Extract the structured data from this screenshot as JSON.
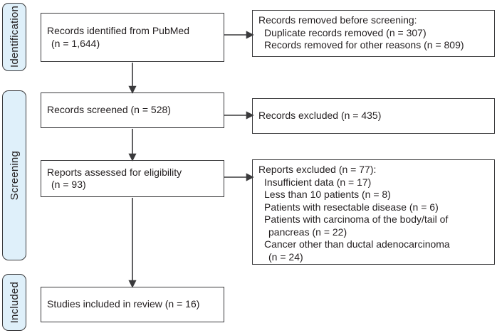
{
  "sidebar": {
    "stages": [
      {
        "label": "Identification"
      },
      {
        "label": "Screening"
      },
      {
        "label": "Included"
      }
    ]
  },
  "flow": {
    "boxes": [
      {
        "name": "records-identified",
        "lines": [
          "Records identified from PubMed",
          "(n = 1,644)"
        ]
      },
      {
        "name": "records-screened",
        "lines": [
          "Records screened (n = 528)"
        ]
      },
      {
        "name": "reports-assessed",
        "lines": [
          "Reports assessed for eligibility",
          "(n = 93)"
        ]
      },
      {
        "name": "studies-included",
        "lines": [
          "Studies included in review (n = 16)"
        ]
      }
    ],
    "side_boxes": [
      {
        "name": "records-removed",
        "lines": [
          "Records removed before screening:",
          "Duplicate records removed (n = 307)",
          "Records removed for other reasons (n = 809)"
        ]
      },
      {
        "name": "records-excluded",
        "lines": [
          "Records excluded (n = 435)"
        ]
      },
      {
        "name": "reports-excluded",
        "lines": [
          "Reports excluded (n = 77):",
          "Insufficient data (n = 17)",
          "Less than 10 patients (n = 8)",
          "Patients with resectable disease (n = 6)",
          "Patients with carcinoma of the body/tail of",
          "pancreas (n = 22)",
          "Cancer other than ductal adenocarcinoma",
          "(n = 24)"
        ]
      }
    ]
  },
  "colors": {
    "stage_fill": "#dff0fa",
    "stroke": "#3a3a3c",
    "text": "#231f20",
    "background": "#ffffff"
  }
}
